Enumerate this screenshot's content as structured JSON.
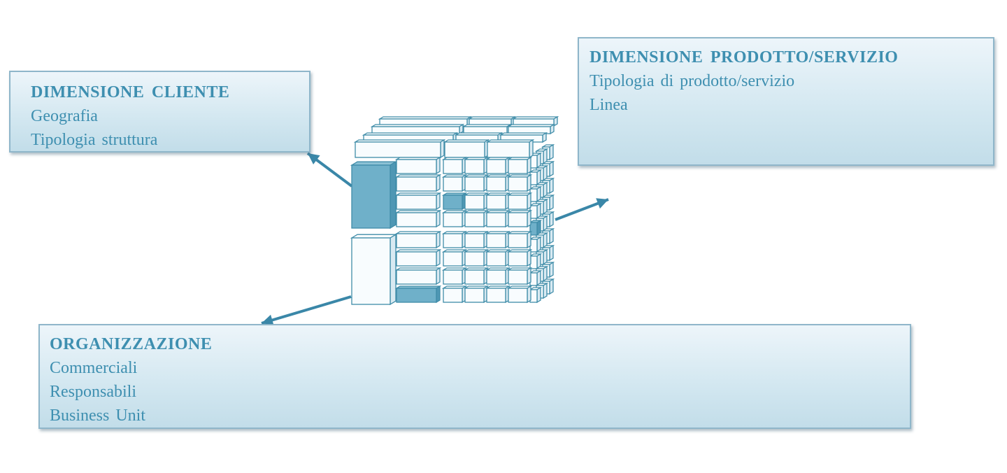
{
  "boxes": {
    "cliente": {
      "title": "DIMENSIONE CLIENTE",
      "items": [
        "Geografia",
        "Tipologia struttura"
      ]
    },
    "prodotto": {
      "title": "DIMENSIONE PRODOTTO/SERVIZIO",
      "items": [
        "Tipologia di prodotto/servizio",
        "Linea"
      ]
    },
    "organizzazione": {
      "title": "ORGANIZZAZIONE",
      "items": [
        "Commerciali",
        "Responsabili",
        "Business Unit"
      ]
    }
  },
  "colors": {
    "text": "#3e8fb0",
    "arrow": "#3a87a8",
    "cube_edge": "#3f8ca8",
    "cube_face": "#f8fcfe",
    "cube_highlight": "#6fb0c9"
  }
}
